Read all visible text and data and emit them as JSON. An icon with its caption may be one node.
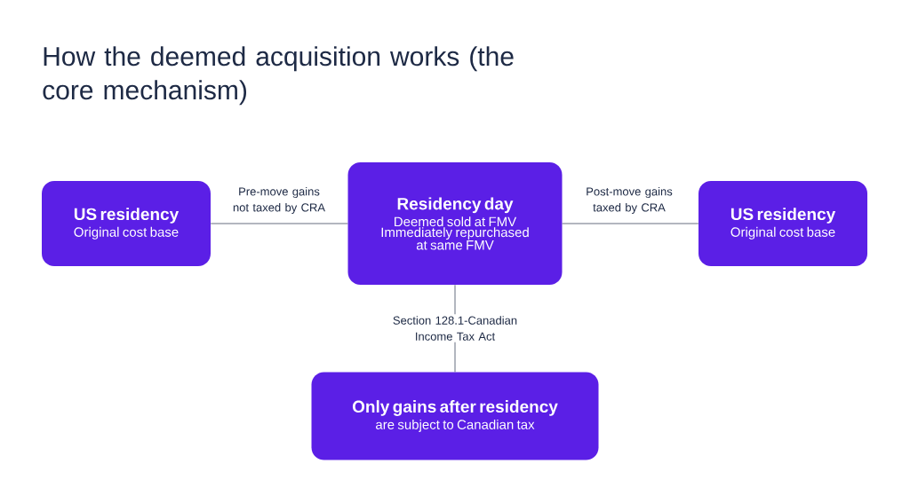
{
  "diagram": {
    "title": "How the deemed acquisition works (the core mechanism)",
    "nodes": [
      {
        "text": [
          "US residency",
          "Original cost base"
        ]
      },
      {
        "text": [
          "Residency day",
          "Deemed sold at FMV",
          "Immediately repurchased at same FMV"
        ]
      },
      {
        "text": [
          "US residency",
          "Original cost base"
        ]
      },
      {
        "text": [
          "Only gains after residency",
          "are subject to Canadian tax"
        ]
      }
    ],
    "edges": [
      {
        "from": 0,
        "to": 1,
        "arrow": "none",
        "label": "Pre-move gains not taxed by CRA"
      },
      {
        "from": 1,
        "to": 2,
        "arrow": "none",
        "label": "Post-move gains taxed by CRA"
      },
      {
        "from": 1,
        "to": 3,
        "arrow": "none",
        "label": "Section 128.1-Canadian Income Tax Act"
      }
    ]
  }
}
